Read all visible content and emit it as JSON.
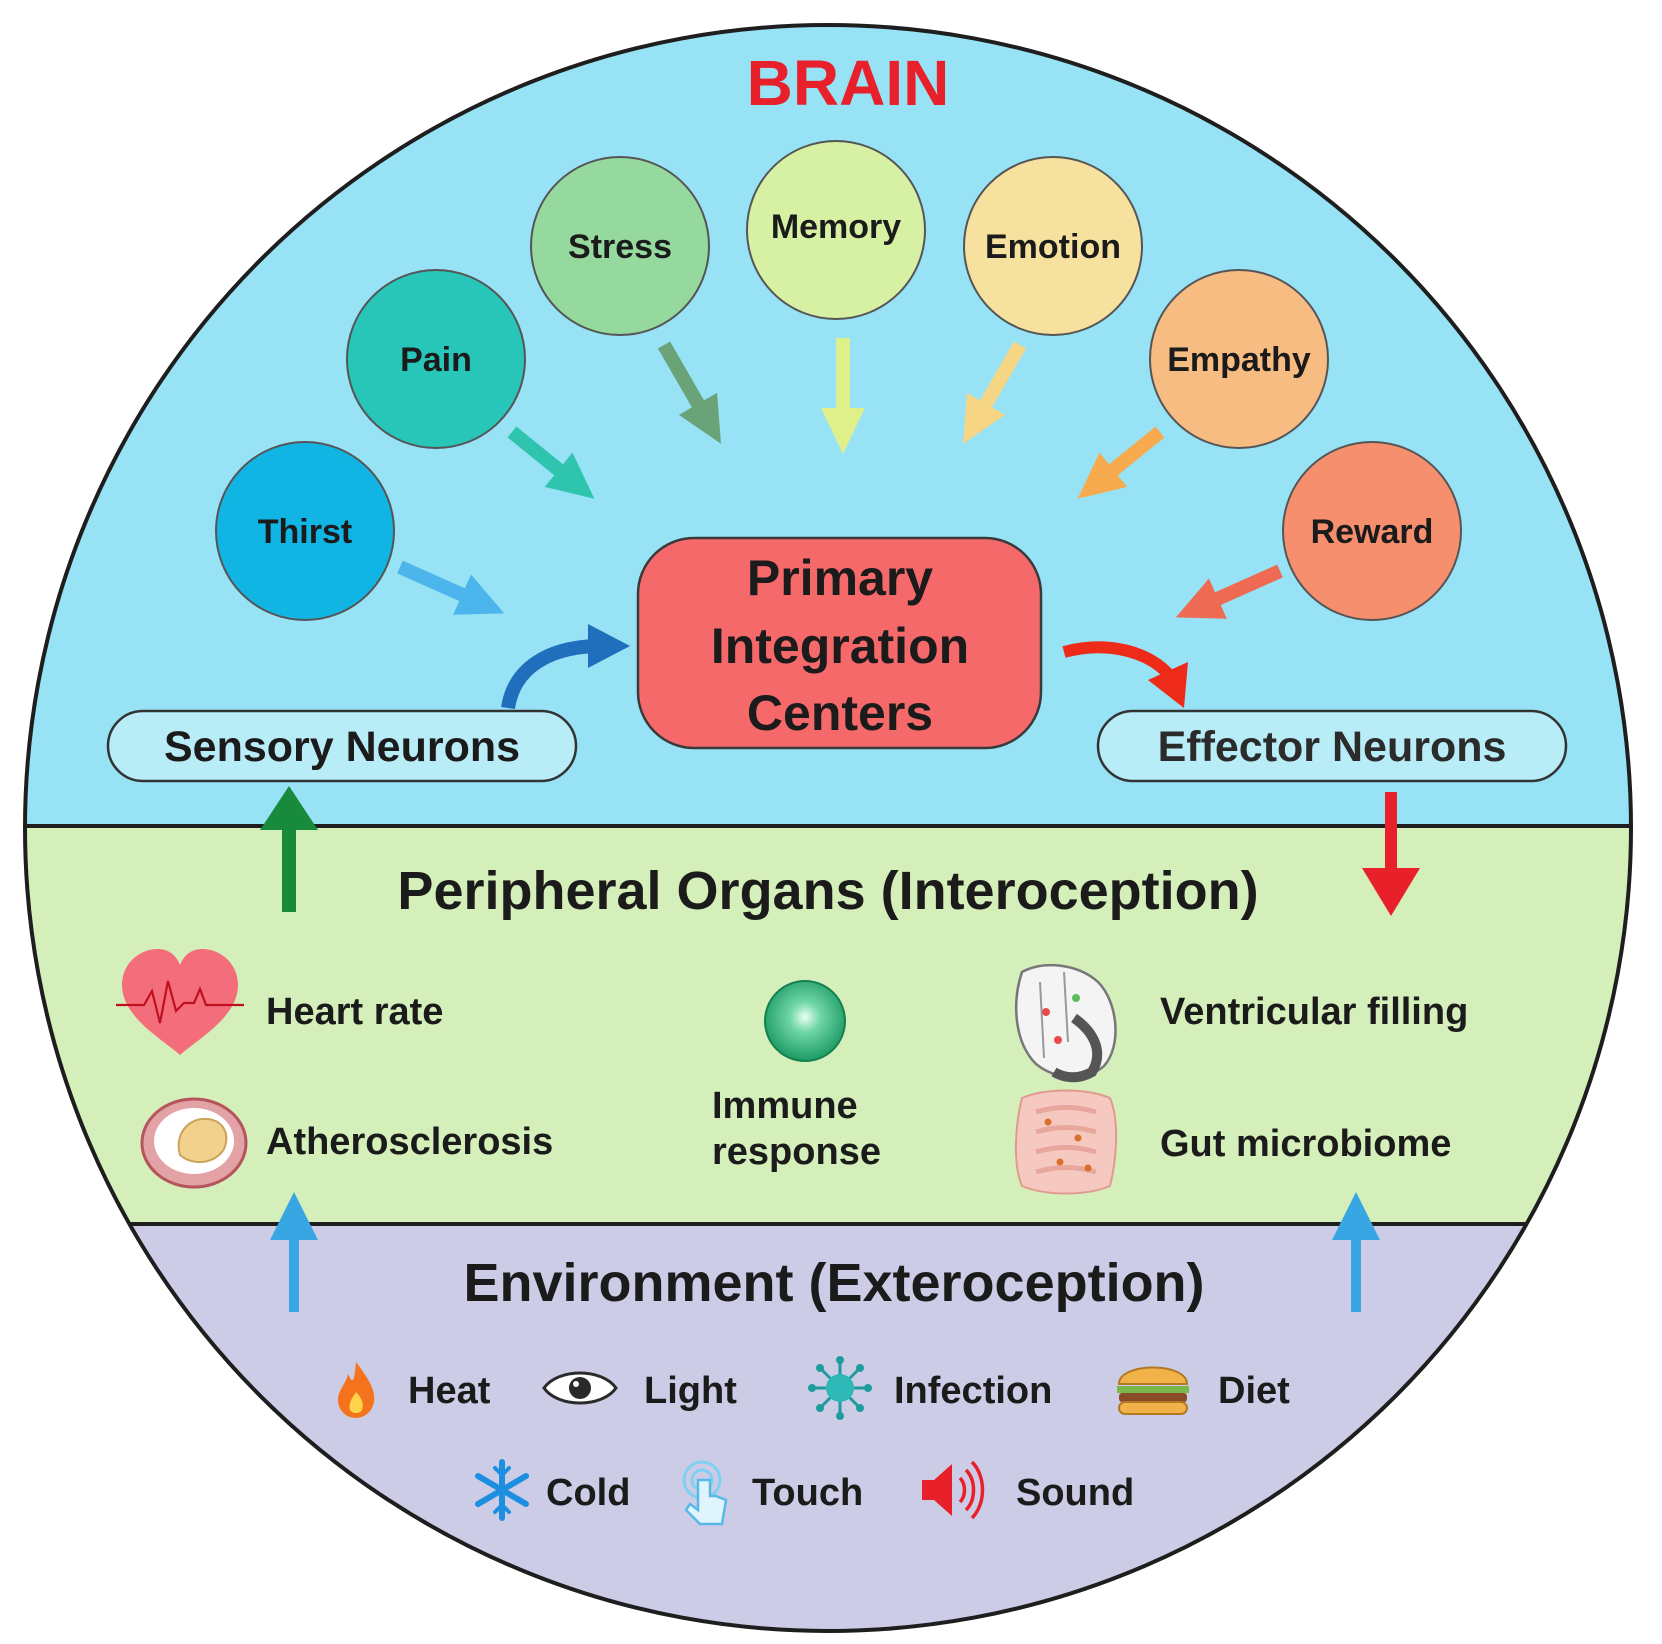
{
  "title": "BRAIN",
  "brain_factors": {
    "thirst": "Thirst",
    "pain": "Pain",
    "stress": "Stress",
    "memory": "Memory",
    "emotion": "Emotion",
    "empathy": "Empathy",
    "reward": "Reward"
  },
  "center": {
    "line1": "Primary",
    "line2": "Integration",
    "line3": "Centers"
  },
  "sensory_neurons": "Sensory Neurons",
  "effector_neurons": "Effector Neurons",
  "peripheral": {
    "title": "Peripheral Organs (Interoception)",
    "heart_rate": "Heart rate",
    "atherosclerosis": "Atherosclerosis",
    "immune_line1": "Immune",
    "immune_line2": "response",
    "ventricular_filling": "Ventricular filling",
    "gut_microbiome": "Gut microbiome"
  },
  "environment": {
    "title": "Environment (Exteroception)",
    "heat": "Heat",
    "light": "Light",
    "infection": "Infection",
    "diet": "Diet",
    "cold": "Cold",
    "touch": "Touch",
    "sound": "Sound"
  },
  "colors": {
    "brain_bg": "#97e2f5",
    "peripheral_bg": "#d4efb9",
    "environment_bg": "#cccce6",
    "center_box": "#f5696b",
    "title_red": "#e8202a"
  }
}
